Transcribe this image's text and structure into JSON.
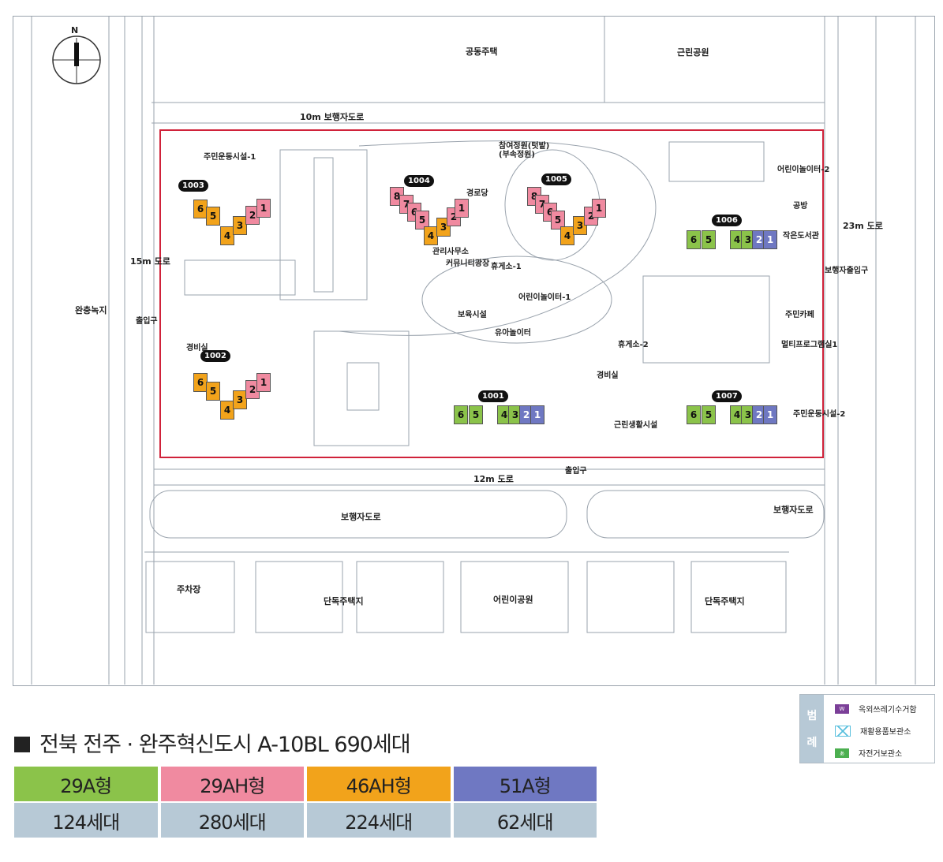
{
  "map": {
    "labels": {
      "apartment_north": "공동주택",
      "park_north": "근린공원",
      "road_10m": "10m 보행자도로",
      "road_15m": "15m 도로",
      "green_buffer": "완충녹지",
      "entrance_west": "출입구",
      "road_12m": "12m 도로",
      "entrance_south": "출입구",
      "pedestrian_road_south": "보행자도로",
      "pedestrian_road_east": "보행자도로",
      "road_23m": "23m 도로",
      "pedestrian_entrance": "보행자출입구",
      "parking_lot": "주차장",
      "detached_housing_west": "단독주택지",
      "children_park": "어린이공원",
      "detached_housing_east": "단독주택지",
      "fitness_1": "주민운동시설-1",
      "fitness_2": "주민운동시설-2",
      "guard_1": "경비실",
      "guard_2": "경비실",
      "garden": "참여정원(텃밭)\n(부속정원)",
      "senior_center": "경로당",
      "management_office": "관리사무소",
      "community_plaza": "커뮤니티광장",
      "rest_area_1": "휴게소-1",
      "playground_1": "어린이놀이터-1",
      "childcare": "보육시설",
      "toddler_playground": "유아놀이터",
      "rest_area_2": "휴게소-2",
      "neighborhood_facility": "근린생활시설",
      "playground_2": "어린이놀이터-2",
      "workshop": "공방",
      "small_library": "작은도서관",
      "resident_cafe": "주민카페",
      "multi_program_room": "멀티프로그램실1",
      "compass_north": "N"
    },
    "buildings": [
      {
        "id": "1003",
        "units": [
          [
            "6",
            "o"
          ],
          [
            "5",
            "o"
          ],
          [
            "4",
            "o"
          ],
          [
            "3",
            "o"
          ],
          [
            "2",
            "p"
          ],
          [
            "1",
            "p"
          ]
        ]
      },
      {
        "id": "1004",
        "units": [
          [
            "8",
            "p"
          ],
          [
            "7",
            "p"
          ],
          [
            "6",
            "p"
          ],
          [
            "5",
            "p"
          ],
          [
            "4",
            "o"
          ],
          [
            "3",
            "o"
          ],
          [
            "2",
            "p"
          ],
          [
            "1",
            "p"
          ]
        ]
      },
      {
        "id": "1005",
        "units": [
          [
            "8",
            "p"
          ],
          [
            "7",
            "p"
          ],
          [
            "6",
            "p"
          ],
          [
            "5",
            "p"
          ],
          [
            "4",
            "o"
          ],
          [
            "3",
            "o"
          ],
          [
            "2",
            "p"
          ],
          [
            "1",
            "p"
          ]
        ]
      },
      {
        "id": "1006",
        "units": [
          [
            "6",
            "g"
          ],
          [
            "5",
            "g"
          ],
          [
            "4",
            "g"
          ],
          [
            "3",
            "g"
          ],
          [
            "2",
            "b"
          ],
          [
            "1",
            "b"
          ]
        ]
      },
      {
        "id": "1002",
        "units": [
          [
            "6",
            "o"
          ],
          [
            "5",
            "o"
          ],
          [
            "4",
            "o"
          ],
          [
            "3",
            "o"
          ],
          [
            "2",
            "p"
          ],
          [
            "1",
            "p"
          ]
        ]
      },
      {
        "id": "1001",
        "units": [
          [
            "6",
            "g"
          ],
          [
            "5",
            "g"
          ],
          [
            "4",
            "g"
          ],
          [
            "3",
            "g"
          ],
          [
            "2",
            "b"
          ],
          [
            "1",
            "b"
          ]
        ]
      },
      {
        "id": "1007",
        "units": [
          [
            "6",
            "g"
          ],
          [
            "5",
            "g"
          ],
          [
            "4",
            "g"
          ],
          [
            "3",
            "g"
          ],
          [
            "2",
            "b"
          ],
          [
            "1",
            "b"
          ]
        ]
      }
    ]
  },
  "title": "전북 전주 · 완주혁신도시 A-10BL 690세대",
  "unit_types": [
    {
      "name": "29A형",
      "count": "124세대",
      "color": "#8bc34a"
    },
    {
      "name": "29AH형",
      "count": "280세대",
      "color": "#f08aa0"
    },
    {
      "name": "46AH형",
      "count": "224세대",
      "color": "#f2a31b"
    },
    {
      "name": "51A형",
      "count": "62세대",
      "color": "#6f78c2"
    }
  ],
  "legend": {
    "side_top": "범",
    "side_bottom": "례",
    "items": [
      {
        "label": "옥외쓰레기수거함",
        "icon": "trash-collection-icon",
        "color": "#7b3f98",
        "glyph": "W"
      },
      {
        "label": "재활용품보관소",
        "icon": "recycling-storage-icon",
        "color": "#5bc0de",
        "glyph": ""
      },
      {
        "label": "자전거보관소",
        "icon": "bicycle-storage-icon",
        "color": "#4caf50",
        "glyph": "ぁ"
      }
    ]
  },
  "colors": {
    "site_boundary": "#d0223a",
    "road_line": "#9aa3ad"
  }
}
